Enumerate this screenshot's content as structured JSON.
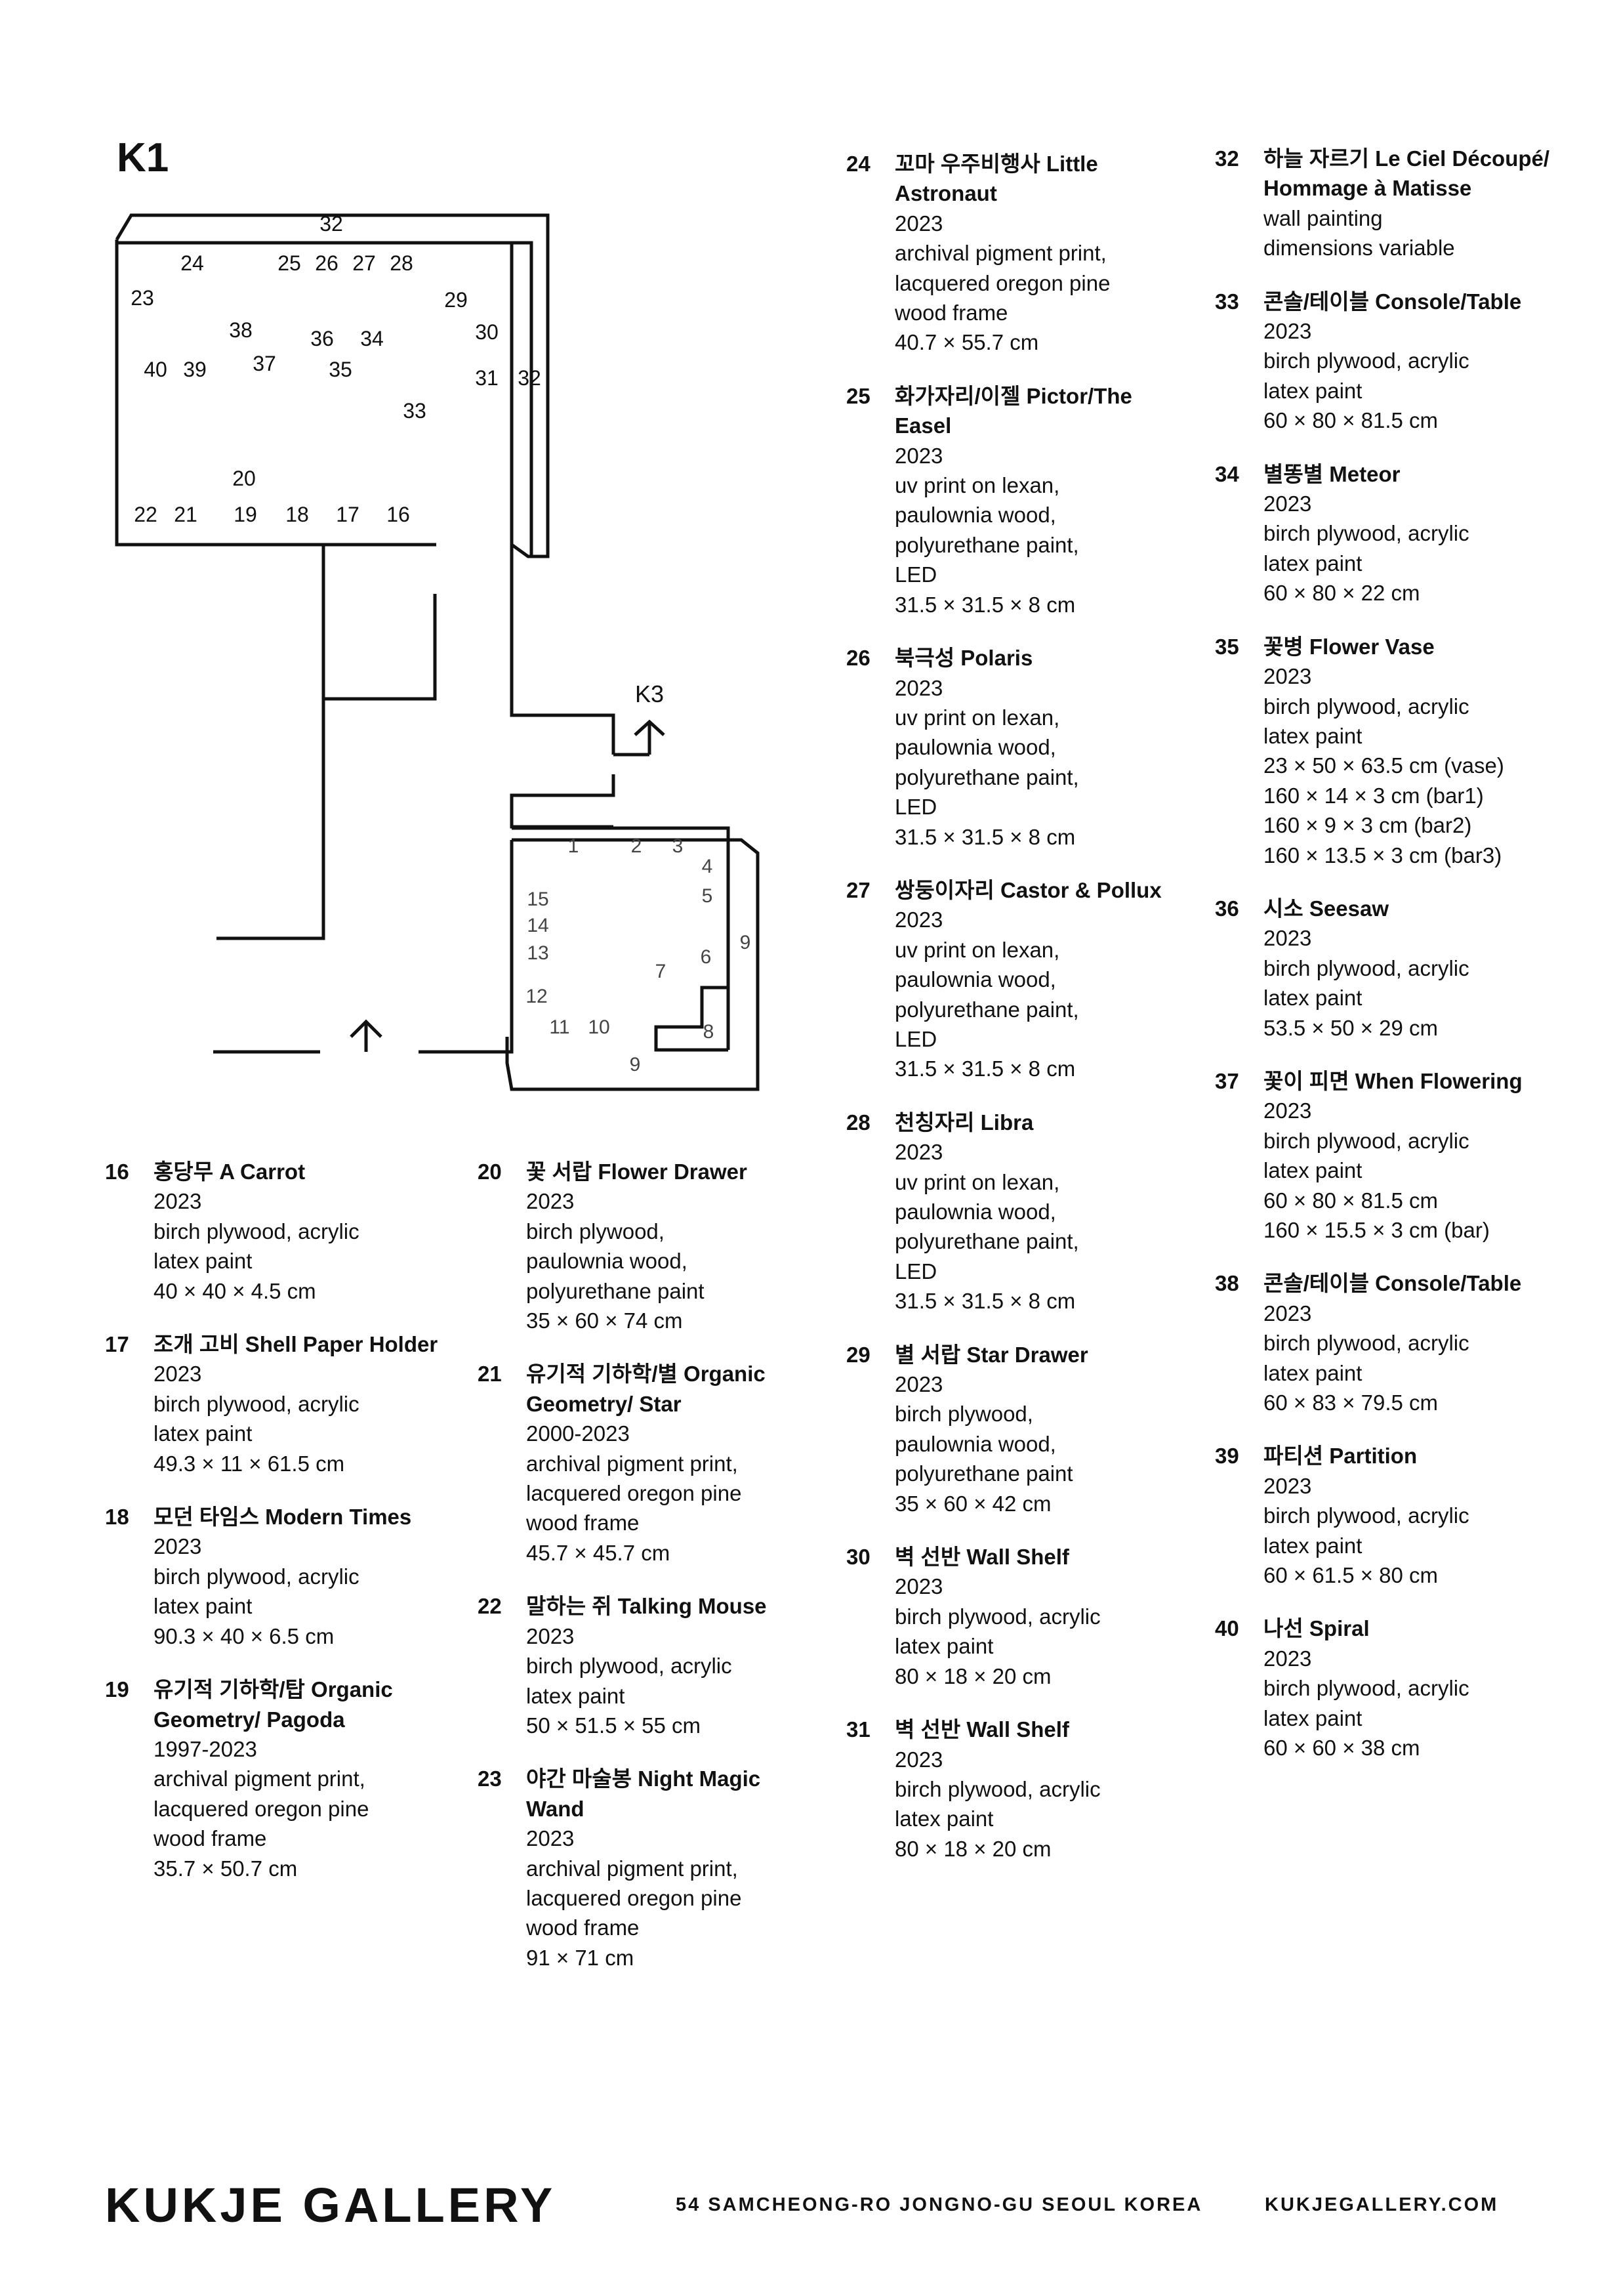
{
  "room": {
    "label": "K1"
  },
  "floorplan": {
    "k3_label": "K3",
    "k1_numbers": [
      "32",
      "24",
      "25",
      "26",
      "27",
      "28",
      "23",
      "29",
      "30",
      "38",
      "36",
      "34",
      "37",
      "35",
      "40",
      "39",
      "31",
      "32",
      "33",
      "20",
      "22",
      "21",
      "19",
      "18",
      "17",
      "16"
    ],
    "k3_numbers": [
      "1",
      "2",
      "3",
      "4",
      "5",
      "15",
      "14",
      "13",
      "9",
      "6",
      "7",
      "12",
      "11",
      "10",
      "8",
      "9"
    ]
  },
  "columns": [
    [
      {
        "num": "16",
        "ko": "홍당무",
        "en": "A Carrot",
        "lines": [
          "2023",
          "birch plywood, acrylic",
          "latex paint",
          "40 × 40 × 4.5 cm"
        ]
      },
      {
        "num": "17",
        "ko": "조개 고비",
        "en": "Shell Paper Holder",
        "lines": [
          "2023",
          "birch plywood, acrylic",
          "latex paint",
          "49.3 × 11 × 61.5 cm"
        ]
      },
      {
        "num": "18",
        "ko": "모던 타임스",
        "en": "Modern Times",
        "lines": [
          "2023",
          "birch plywood, acrylic",
          "latex paint",
          "90.3 × 40 × 6.5 cm"
        ]
      },
      {
        "num": "19",
        "ko": "유기적 기하학/탑",
        "en": "Organic Geometry/ Pagoda",
        "lines": [
          "1997-2023",
          "archival pigment print,",
          "lacquered oregon pine",
          "wood frame",
          "35.7 × 50.7 cm"
        ]
      }
    ],
    [
      {
        "num": "20",
        "ko": "꽃 서랍",
        "en": "Flower Drawer",
        "lines": [
          "2023",
          "birch plywood,",
          "paulownia wood,",
          "polyurethane paint",
          "35 × 60 × 74 cm"
        ]
      },
      {
        "num": "21",
        "ko": "유기적 기하학/별",
        "en": "Organic Geometry/ Star",
        "lines": [
          "2000-2023",
          "archival pigment print,",
          "lacquered oregon pine",
          "wood frame",
          "45.7 × 45.7 cm"
        ]
      },
      {
        "num": "22",
        "ko": "말하는 쥐",
        "en": "Talking Mouse",
        "lines": [
          "2023",
          "birch plywood, acrylic",
          "latex paint",
          "50 × 51.5 × 55 cm"
        ]
      },
      {
        "num": "23",
        "ko": "야간 마술봉",
        "en": "Night Magic Wand",
        "lines": [
          "2023",
          "archival pigment print,",
          "lacquered oregon pine",
          "wood frame",
          "91 × 71 cm"
        ]
      }
    ],
    [
      {
        "num": "24",
        "ko": "꼬마 우주비행사",
        "en": "Little Astronaut",
        "lines": [
          "2023",
          "archival pigment print,",
          "lacquered oregon pine",
          "wood frame",
          "40.7 × 55.7 cm"
        ]
      },
      {
        "num": "25",
        "ko": "화가자리/이젤",
        "en": "Pictor/The Easel",
        "lines": [
          "2023",
          "uv print on lexan,",
          "paulownia wood,",
          "polyurethane paint,",
          "LED",
          "31.5 × 31.5 × 8 cm"
        ]
      },
      {
        "num": "26",
        "ko": "북극성",
        "en": "Polaris",
        "lines": [
          "2023",
          "uv print on lexan,",
          "paulownia wood,",
          "polyurethane paint,",
          "LED",
          "31.5 × 31.5 × 8 cm"
        ]
      },
      {
        "num": "27",
        "ko": "쌍둥이자리",
        "en": "Castor & Pollux",
        "lines": [
          "2023",
          "uv print on lexan,",
          "paulownia wood,",
          "polyurethane paint,",
          "LED",
          "31.5 × 31.5 × 8 cm"
        ]
      },
      {
        "num": "28",
        "ko": "천칭자리",
        "en": "Libra",
        "lines": [
          "2023",
          "uv print on lexan,",
          "paulownia wood,",
          "polyurethane paint,",
          "LED",
          "31.5 × 31.5 × 8 cm"
        ]
      },
      {
        "num": "29",
        "ko": "별 서랍",
        "en": "Star Drawer",
        "lines": [
          "2023",
          "birch plywood,",
          "paulownia wood,",
          "polyurethane paint",
          "35 × 60 × 42 cm"
        ]
      },
      {
        "num": "30",
        "ko": "벽 선반",
        "en": "Wall Shelf",
        "lines": [
          "2023",
          "birch plywood, acrylic",
          "latex paint",
          "80 × 18 × 20 cm"
        ]
      },
      {
        "num": "31",
        "ko": "벽 선반",
        "en": "Wall Shelf",
        "lines": [
          "2023",
          "birch plywood, acrylic",
          "latex paint",
          "80 × 18 × 20 cm"
        ]
      }
    ],
    [
      {
        "num": "32",
        "ko": "하늘 자르기",
        "en": "Le Ciel Découpé/ Hommage à Matisse",
        "lines": [
          "wall painting",
          "dimensions variable"
        ]
      },
      {
        "num": "33",
        "ko": "콘솔/테이블",
        "en": "Console/Table",
        "lines": [
          "2023",
          "birch plywood, acrylic",
          "latex paint",
          "60 × 80 × 81.5 cm"
        ]
      },
      {
        "num": "34",
        "ko": "별똥별",
        "en": "Meteor",
        "lines": [
          "2023",
          "birch plywood, acrylic",
          "latex paint",
          "60 × 80 × 22 cm"
        ]
      },
      {
        "num": "35",
        "ko": "꽃병",
        "en": "Flower Vase",
        "lines": [
          "2023",
          "birch plywood, acrylic",
          "latex paint",
          "23 × 50 × 63.5 cm (vase)",
          "160 × 14 × 3 cm (bar1)",
          "160 × 9 × 3 cm (bar2)",
          "160 × 13.5 × 3 cm (bar3)"
        ]
      },
      {
        "num": "36",
        "ko": "시소",
        "en": "Seesaw",
        "lines": [
          "2023",
          "birch plywood, acrylic",
          "latex paint",
          "53.5 × 50 × 29 cm"
        ]
      },
      {
        "num": "37",
        "ko": "꽃이 피면",
        "en": "When Flowering",
        "lines": [
          "2023",
          "birch plywood, acrylic",
          "latex paint",
          "60 × 80 × 81.5 cm",
          "160 × 15.5 × 3 cm (bar)"
        ]
      },
      {
        "num": "38",
        "ko": "콘솔/테이블",
        "en": "Console/Table",
        "lines": [
          "2023",
          "birch plywood, acrylic",
          "latex paint",
          "60 × 83 × 79.5 cm"
        ]
      },
      {
        "num": "39",
        "ko": "파티션",
        "en": "Partition",
        "lines": [
          "2023",
          "birch plywood, acrylic",
          "latex paint",
          "60 × 61.5 × 80 cm"
        ]
      },
      {
        "num": "40",
        "ko": "나선",
        "en": "Spiral",
        "lines": [
          "2023",
          "birch plywood, acrylic",
          "latex paint",
          "60 × 60 × 38 cm"
        ]
      }
    ]
  ],
  "footer": {
    "logo": "KUKJE GALLERY",
    "address": "54 SAMCHEONG-RO JONGNO-GU SEOUL KOREA",
    "website": "KUKJEGALLERY.COM"
  }
}
